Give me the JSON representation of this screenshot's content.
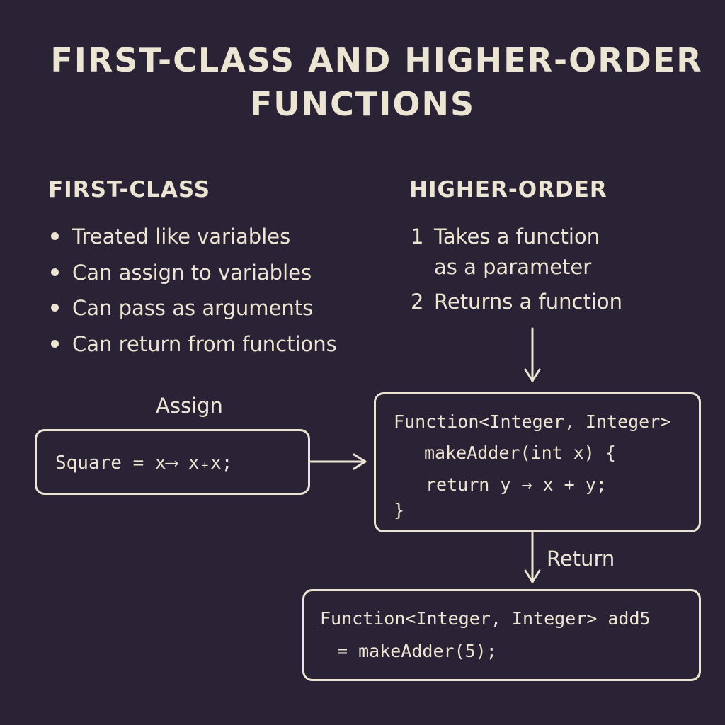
{
  "title": {
    "line1": "FIRST-CLASS AND HIGHER-ORDER",
    "line2": "FUNCTIONS"
  },
  "first_class": {
    "heading": "FIRST-CLASS",
    "bullets": [
      "Treated like variables",
      "Can assign to variables",
      "Can pass as arguments",
      "Can return from functions"
    ]
  },
  "higher_order": {
    "heading": "HIGHER-ORDER",
    "items": [
      {
        "num": "1",
        "line1": "Takes a function",
        "line2": "as a parameter"
      },
      {
        "num": "2",
        "line1": "Returns a function"
      }
    ]
  },
  "assign": {
    "label": "Assign",
    "code": "Square = x⟶ x₊x;"
  },
  "make_adder": {
    "lines": [
      "Function<Integer, Integer>",
      "makeAdder(int x) {",
      "return y → x + y;",
      "}"
    ]
  },
  "return_label": "Return",
  "result": {
    "lines": [
      "Function<Integer, Integer> add5",
      "= makeAdder(5);"
    ]
  },
  "colors": {
    "background": "#2a2335",
    "foreground": "#ece5d3"
  }
}
